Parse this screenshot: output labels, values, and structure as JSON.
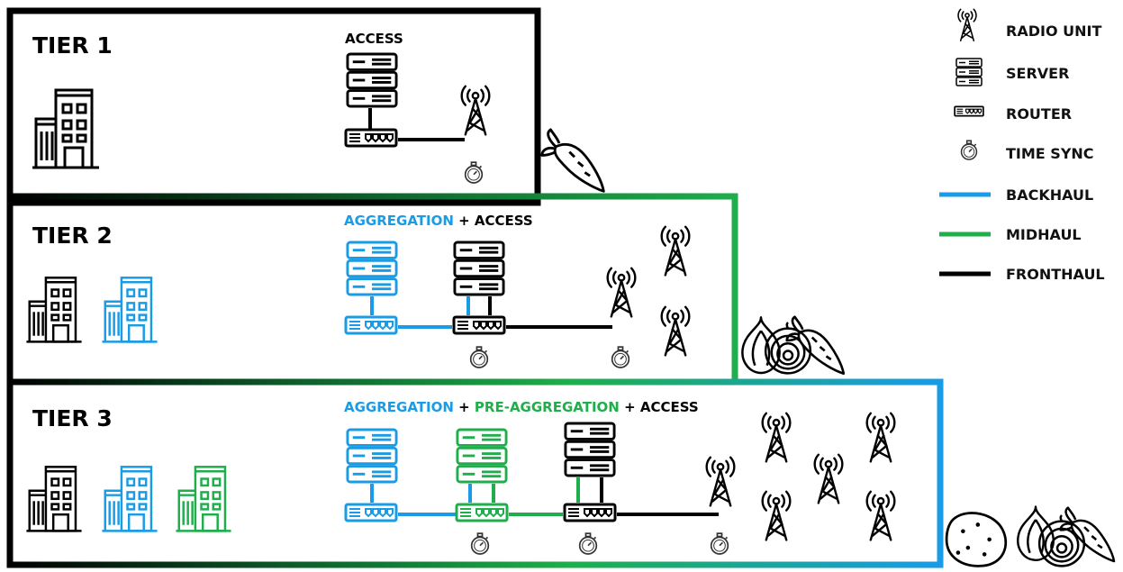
{
  "colors": {
    "black": "#000000",
    "blue": "#1a9be6",
    "green": "#1fae4b"
  },
  "tiers": [
    {
      "title": "TIER 1",
      "segments": [
        {
          "text": "ACCESS",
          "color": "#000000"
        }
      ]
    },
    {
      "title": "TIER 2",
      "segments": [
        {
          "text": "AGGREGATION",
          "color": "#1a9be6"
        },
        {
          "text": " + ",
          "color": "#000000"
        },
        {
          "text": "ACCESS",
          "color": "#000000"
        }
      ]
    },
    {
      "title": "TIER 3",
      "segments": [
        {
          "text": "AGGREGATION",
          "color": "#1a9be6"
        },
        {
          "text": " + ",
          "color": "#000000"
        },
        {
          "text": "PRE-AGGREGATION",
          "color": "#1fae4b"
        },
        {
          "text": " + ",
          "color": "#000000"
        },
        {
          "text": "ACCESS",
          "color": "#000000"
        }
      ]
    }
  ],
  "legend": [
    {
      "label": "RADIO UNIT",
      "icon": "radio-unit-icon"
    },
    {
      "label": "SERVER",
      "icon": "server-icon"
    },
    {
      "label": "ROUTER",
      "icon": "router-icon"
    },
    {
      "label": "TIME SYNC",
      "icon": "time-sync-icon"
    },
    {
      "label": "BACKHAUL",
      "icon": "line",
      "color": "#1a9be6"
    },
    {
      "label": "MIDHAUL",
      "icon": "line",
      "color": "#1fae4b"
    },
    {
      "label": "FRONTHAUL",
      "icon": "line",
      "color": "#000000"
    }
  ]
}
